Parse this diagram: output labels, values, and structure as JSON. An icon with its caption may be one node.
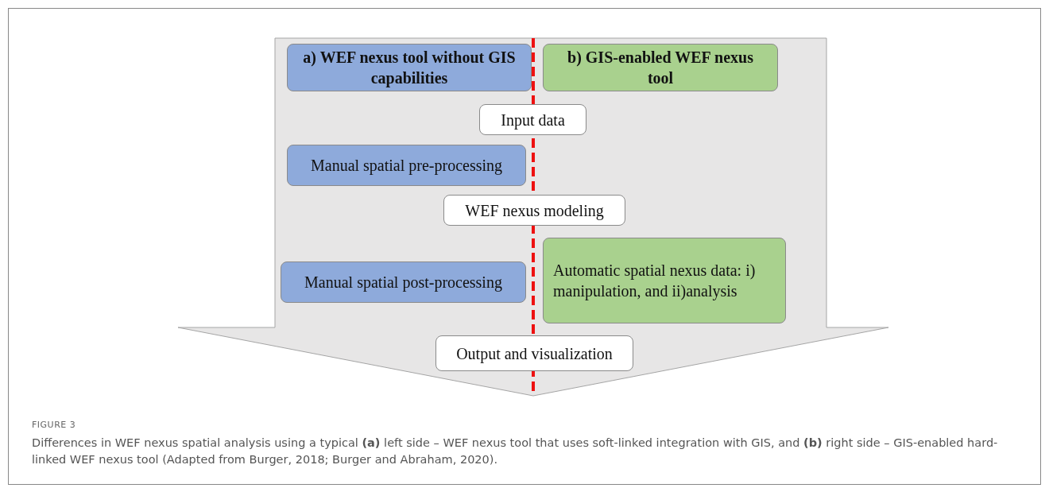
{
  "diagram": {
    "title": "FIGURE 3",
    "caption": "Differences in WEF nexus spatial analysis using a typical **(a)** left side – WEF nexus tool that uses soft-linked integration with GIS, and **(b)** right side – GIS-enabled hard-linked WEF nexus tool (Adapted from Burger, 2018; Burger and Abraham, 2020).",
    "nodes": [
      {
        "text": [],
        "shape": "arrow"
      },
      {
        "text": [
          "a) WEF nexus tool without GIS capabilities"
        ],
        "in": 0
      },
      {
        "text": [
          "b) GIS-enabled WEF nexus tool"
        ],
        "in": 0
      },
      {
        "text": [
          "Input data"
        ],
        "in": 0
      },
      {
        "text": [
          "Manual spatial pre-processing"
        ],
        "in": 0
      },
      {
        "text": [
          "WEF nexus modeling"
        ],
        "in": 0
      },
      {
        "text": [
          "Manual spatial post-processing"
        ],
        "in": 0
      },
      {
        "text": [
          "Automatic spatial nexus data: i) manipulation, and ii)analysis"
        ],
        "in": 0
      },
      {
        "text": [
          "Output and visualization"
        ],
        "in": 0
      }
    ],
    "edges": []
  }
}
